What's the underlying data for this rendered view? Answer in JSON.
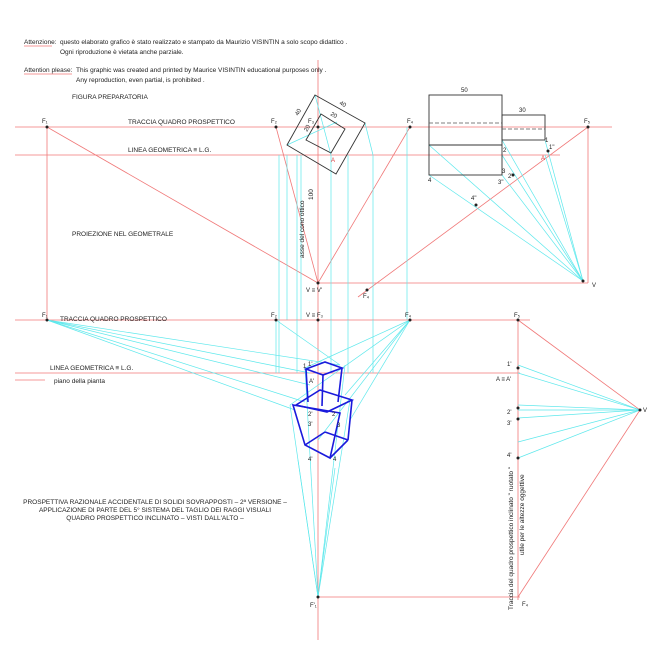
{
  "notice": {
    "it_label": "Attenzione:",
    "it_line1": "questo elaborato grafico è stato realizzato e stampato da Maurizio VISINTIN a solo scopo didattico .",
    "it_line2": "Ogni riproduzione è vietata anche parziale.",
    "en_label": "Attention please:",
    "en_line1": "This graphic was created and printed by Maurice VISINTIN educational purposes only .",
    "en_line2": "Any reproduction, even partial, is prohibited ."
  },
  "top": {
    "title": "FIGURA PREPARATORIA",
    "traccia": "TRACCIA QUADRO PROSPETTICO",
    "linea": "LINEA GEOMETRICA ≡ L.G.",
    "proiezione": "PROIEZIONE NEL GEOMETRALE",
    "asse": "asse del cono ottico",
    "distance": "100",
    "dim_40a": "40",
    "dim_40b": "40",
    "dim_20a": "20",
    "dim_20b": "20",
    "dim_50": "50",
    "dim_30": "30",
    "f1": "F₁",
    "f2": "F₂",
    "f3": "F₃",
    "f4": "F₄",
    "f5": "F₅",
    "f_low": "F₄",
    "v": "V ≡ V'",
    "v_right": "V",
    "a": "A",
    "p1": "1",
    "p2": "2",
    "p3": "3",
    "p4": "4",
    "p1s": "1\"",
    "p2s": "2\"",
    "p3s": "3\"",
    "p4s": "4\""
  },
  "bottom": {
    "traccia": "TRACCIA QUADRO PROSPETTICO",
    "linea": "LINEA GEOMETRICA ≡ L.G.",
    "piano": "piano della pianta",
    "f1": "F₁",
    "f2": "F₂",
    "vf": "V ≡ F₃",
    "f4": "F₄",
    "f5": "F₅",
    "fprime": "F'₁",
    "fbottom": "F₄",
    "v_right": "V",
    "a_eq": "A ≡ A'",
    "a_prime": "A'",
    "p1": "1",
    "p2": "2",
    "p3": "3",
    "p4": "4",
    "p1s": "1'",
    "p2s": "2'",
    "p3s": "3'",
    "p4s": "4'",
    "r1": "1'",
    "r2": "2'",
    "r3": "3'",
    "r4": "4'",
    "caption1": "PROSPETTIVA RAZIONALE ACCIDENTALE DI SOLIDI SOVRAPPOSTI – 2ª VERSIONE –",
    "caption2": "APPLICAZIONE DI PARTE DEL 5° SISTEMA DEL TAGLIO DEI RAGGI VISUALI",
    "caption3": "QUADRO PROSPETTICO  INCLINATO –  VISTI DALL'ALTO –",
    "rot1": "Traccia del quadro prospettico inclinato \" ruotato \"",
    "rot2": "utile per le altezze oggettive"
  },
  "colors": {
    "construction": "#f07878",
    "rays": "#5ee8ec",
    "solid": "#1a1adc"
  }
}
